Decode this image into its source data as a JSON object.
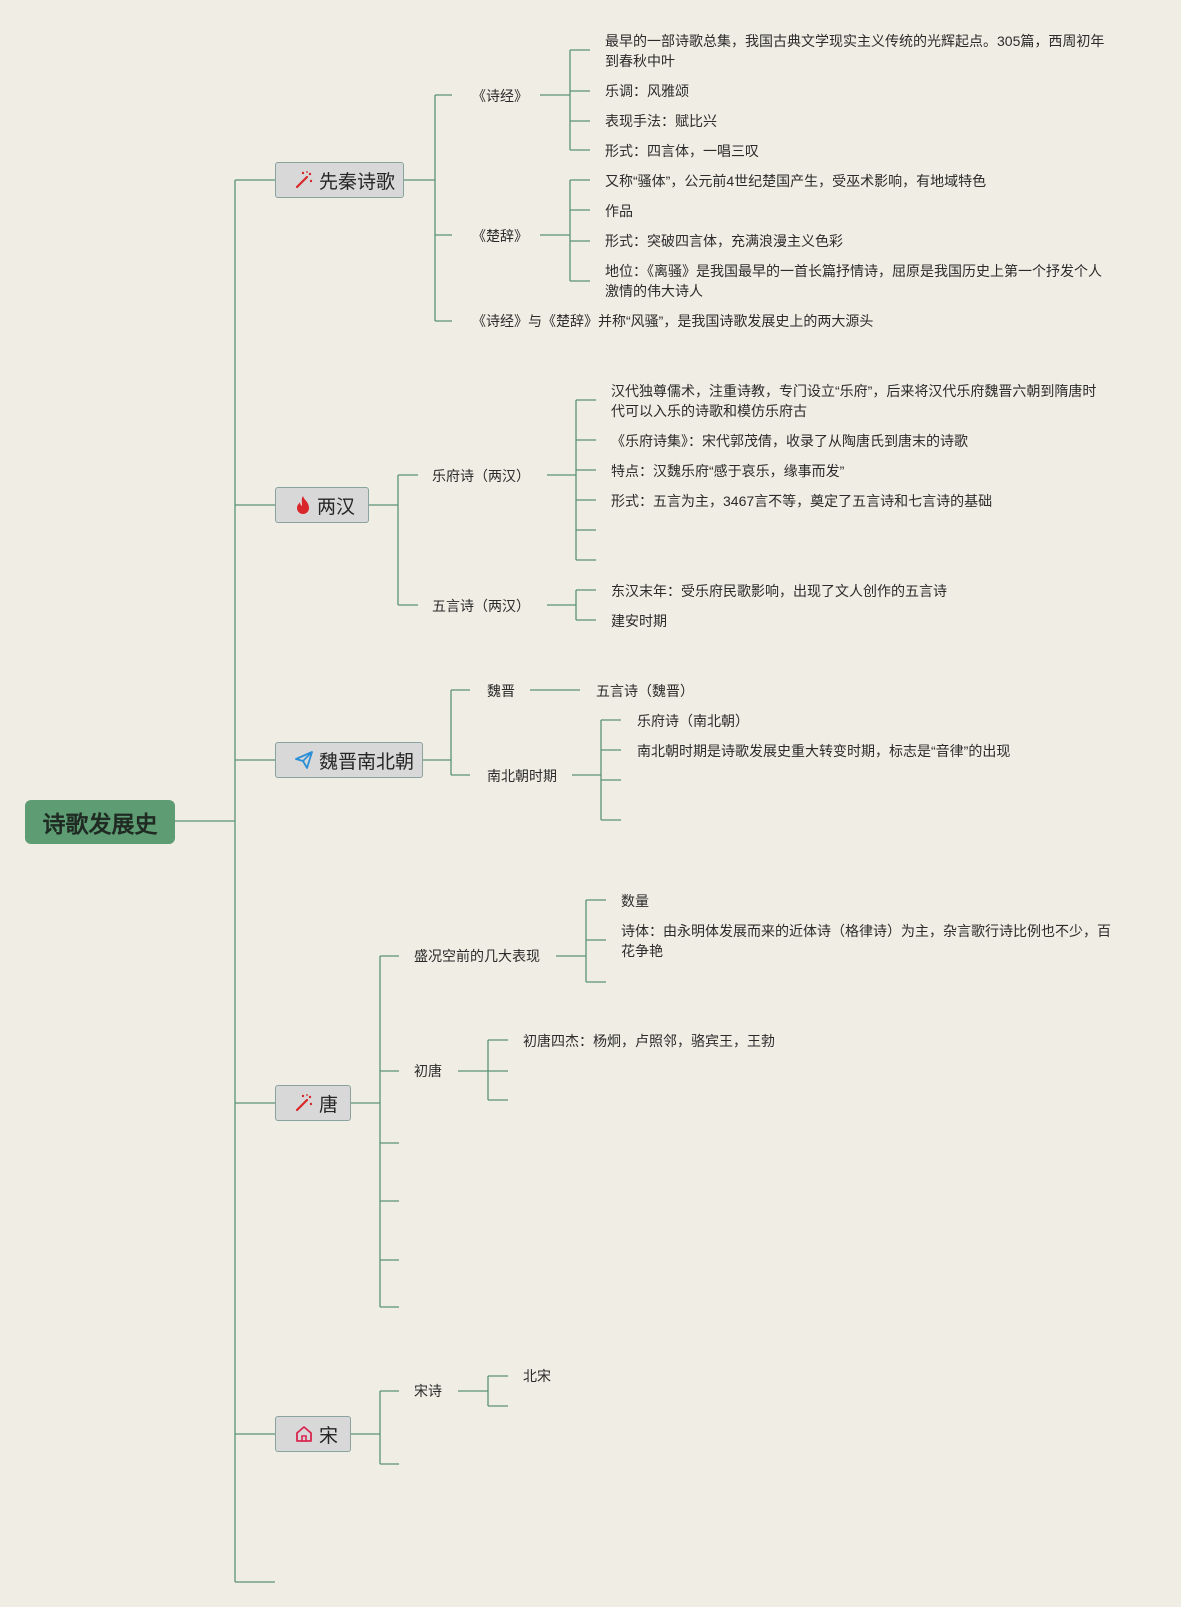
{
  "root": {
    "title": "诗歌发展史"
  },
  "eras": [
    {
      "name": "先秦诗歌",
      "icon": "wand-icon",
      "groups": [
        {
          "label": "《诗经》",
          "items": [
            "最早的一部诗歌总集，我国古典文学现实主义传统的光辉起点。305篇，西周初年到春秋中叶",
            "乐调：风雅颂",
            "表现手法：赋比兴",
            "形式：四言体，一唱三叹"
          ]
        },
        {
          "label": "《楚辞》",
          "items": [
            "又称“骚体”，公元前4世纪楚国产生，受巫术影响，有地域特色",
            "作品",
            "形式：突破四言体，充满浪漫主义色彩",
            "地位：《离骚》是我国最早的一首长篇抒情诗，屈原是我国历史上第一个抒发个人激情的伟大诗人"
          ]
        }
      ],
      "note": "《诗经》与《楚辞》并称“风骚”，是我国诗歌发展史上的两大源头"
    },
    {
      "name": "两汉",
      "icon": "fire-icon",
      "groups": [
        {
          "label": "乐府诗（两汉）",
          "items": [
            "汉代独尊儒术，注重诗教，专门设立“乐府”，后来将汉代乐府魏晋六朝到隋唐时代可以入乐的诗歌和模仿乐府古",
            "《乐府诗集》：宋代郭茂倩，收录了从陶唐氏到唐末的诗歌",
            "特点：汉魏乐府“感于哀乐，缘事而发”",
            "形式：五言为主，3467言不等，奠定了五言诗和七言诗的基础"
          ]
        },
        {
          "label": "五言诗（两汉）",
          "items": [
            "东汉末年：受乐府民歌影响，出现了文人创作的五言诗",
            "建安时期"
          ]
        }
      ]
    },
    {
      "name": "魏晋南北朝",
      "icon": "paper-plane-icon",
      "groups": [
        {
          "label": "魏晋",
          "items": [
            "五言诗（魏晋）"
          ]
        },
        {
          "label": "南北朝时期",
          "items": [
            "乐府诗（南北朝）",
            "南北朝时期是诗歌发展史重大转变时期，标志是“音律”的出现"
          ]
        }
      ]
    },
    {
      "name": "唐",
      "icon": "wand-icon",
      "groups": [
        {
          "label": "盛况空前的几大表现",
          "items": [
            "数量",
            "诗体：由永明体发展而来的近体诗（格律诗）为主，杂言歌行诗比例也不少，百花争艳"
          ]
        },
        {
          "label": "初唐",
          "items": [
            "初唐四杰：杨炯，卢照邻，骆宾王，王勃"
          ]
        }
      ]
    },
    {
      "name": "宋",
      "icon": "house-icon",
      "groups": [
        {
          "label": "宋诗",
          "items": [
            "北宋"
          ]
        }
      ]
    }
  ],
  "colors": {
    "background": "#f0ede4",
    "connector": "#5b9276",
    "root_fill": "#5e9c74",
    "node_fill": "#d8d8d8",
    "node_border": "#8aa3a0",
    "icon_red": "#d8262a",
    "icon_blue": "#2a8fd6",
    "icon_pink": "#d8264f"
  }
}
